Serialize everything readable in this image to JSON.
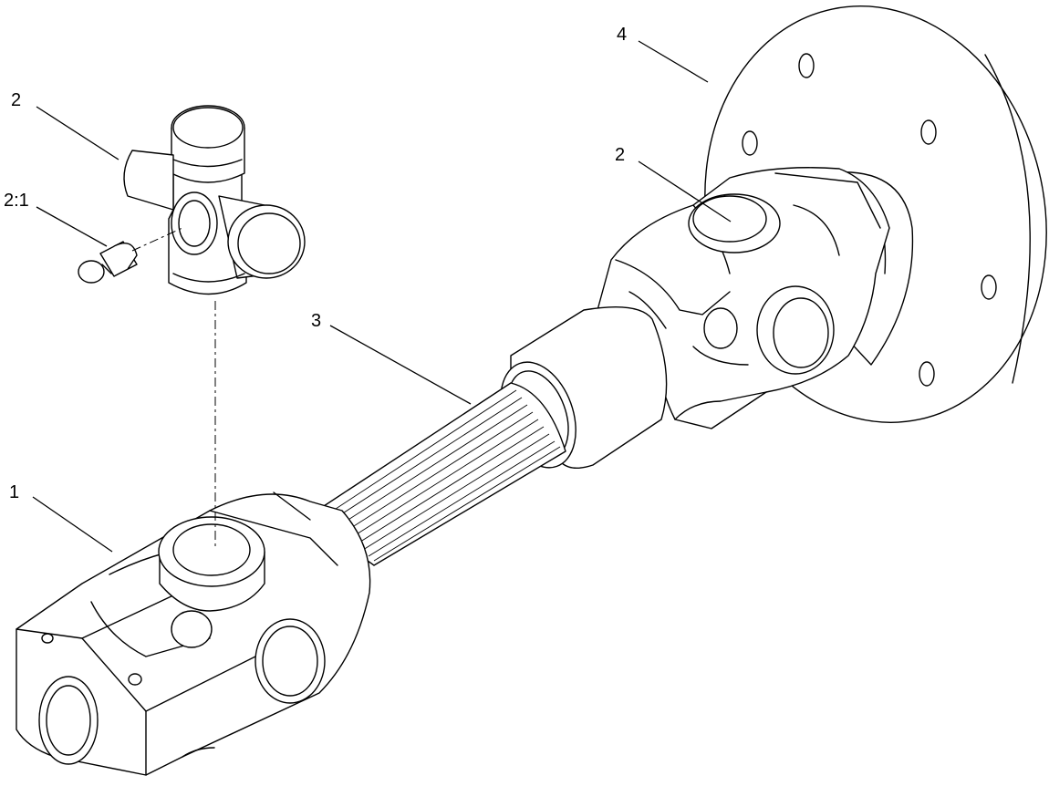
{
  "callouts": {
    "c1": "1",
    "c2_cross": "2",
    "c2_1": "2:1",
    "c3": "3",
    "c2_yoke": "2",
    "c4": "4"
  }
}
